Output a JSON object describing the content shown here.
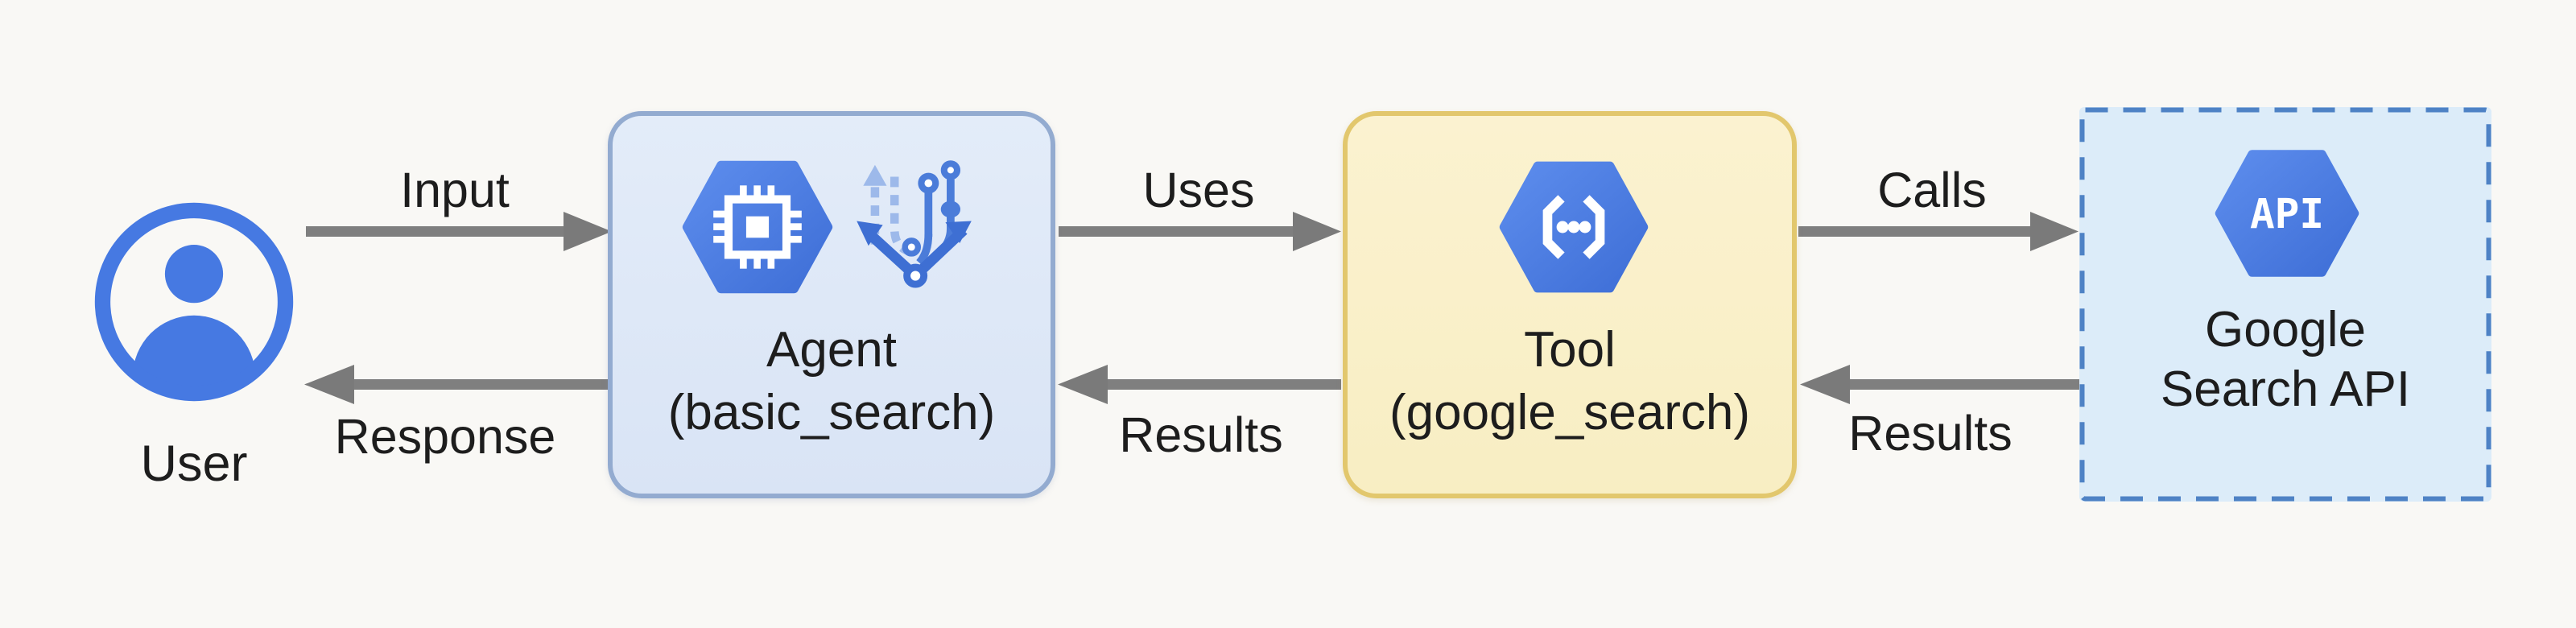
{
  "diagram": {
    "title_implicit": "Agent tool-use flow",
    "background": "#f9f8f5",
    "colors": {
      "arrow": "#7f7f7f",
      "text": "#1d1d1d",
      "hexagon_blue": "#4a7be0",
      "agent_fill": "#dde8f7",
      "agent_border": "#93abd0",
      "tool_fill": "#faf0cb",
      "tool_border": "#e2c76d",
      "api_fill": "#dcecf9",
      "api_border": "#4e82c5"
    },
    "nodes": {
      "user": {
        "label": "User",
        "icon": "person-circle-icon"
      },
      "agent": {
        "title": "Agent",
        "subtitle": "(basic_search)",
        "icons": [
          "chip-hexagon-icon",
          "ml-branch-icon"
        ]
      },
      "tool": {
        "title": "Tool",
        "subtitle": "(google_search)",
        "icons": [
          "code-hexagon-icon"
        ]
      },
      "api": {
        "line1": "Google",
        "line2": "Search API",
        "hex_label": "API",
        "icons": [
          "api-hexagon-icon"
        ]
      }
    },
    "edges": {
      "input": "Input",
      "response": "Response",
      "uses": "Uses",
      "results_from_tool": "Results",
      "calls": "Calls",
      "results_from_api": "Results"
    }
  }
}
